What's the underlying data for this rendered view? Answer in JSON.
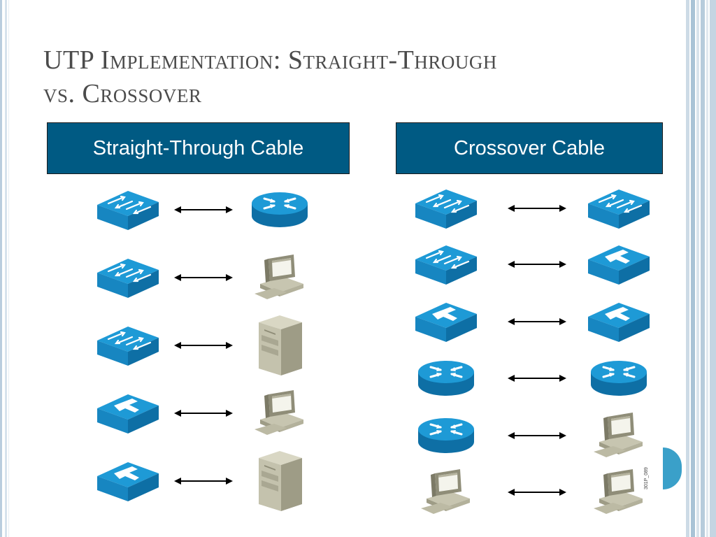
{
  "slide": {
    "title_line1": "UTP Implementation: Straight-Through",
    "title_line2": "vs. Crossover",
    "code": "301P_089"
  },
  "straight_through": {
    "header": "Straight-Through Cable",
    "pairs": [
      {
        "left": "switch-icon",
        "right": "router-icon"
      },
      {
        "left": "switch-icon",
        "right": "pc-icon"
      },
      {
        "left": "switch-icon",
        "right": "server-icon"
      },
      {
        "left": "hub-icon",
        "right": "pc-icon"
      },
      {
        "left": "hub-icon",
        "right": "server-icon"
      }
    ]
  },
  "crossover": {
    "header": "Crossover Cable",
    "pairs": [
      {
        "left": "switch-icon",
        "right": "switch-icon"
      },
      {
        "left": "switch-icon",
        "right": "hub-icon"
      },
      {
        "left": "hub-icon",
        "right": "hub-icon"
      },
      {
        "left": "router-icon",
        "right": "router-icon"
      },
      {
        "left": "router-icon",
        "right": "pc-icon"
      },
      {
        "left": "pc-icon",
        "right": "pc-icon"
      }
    ]
  },
  "colors": {
    "header_bg": "#005a83",
    "device_blue": "#1e9ad6",
    "device_blue_dark": "#0e6fa5",
    "pc_beige": "#d4d2bf",
    "accent_tab": "#3aa0c9"
  }
}
